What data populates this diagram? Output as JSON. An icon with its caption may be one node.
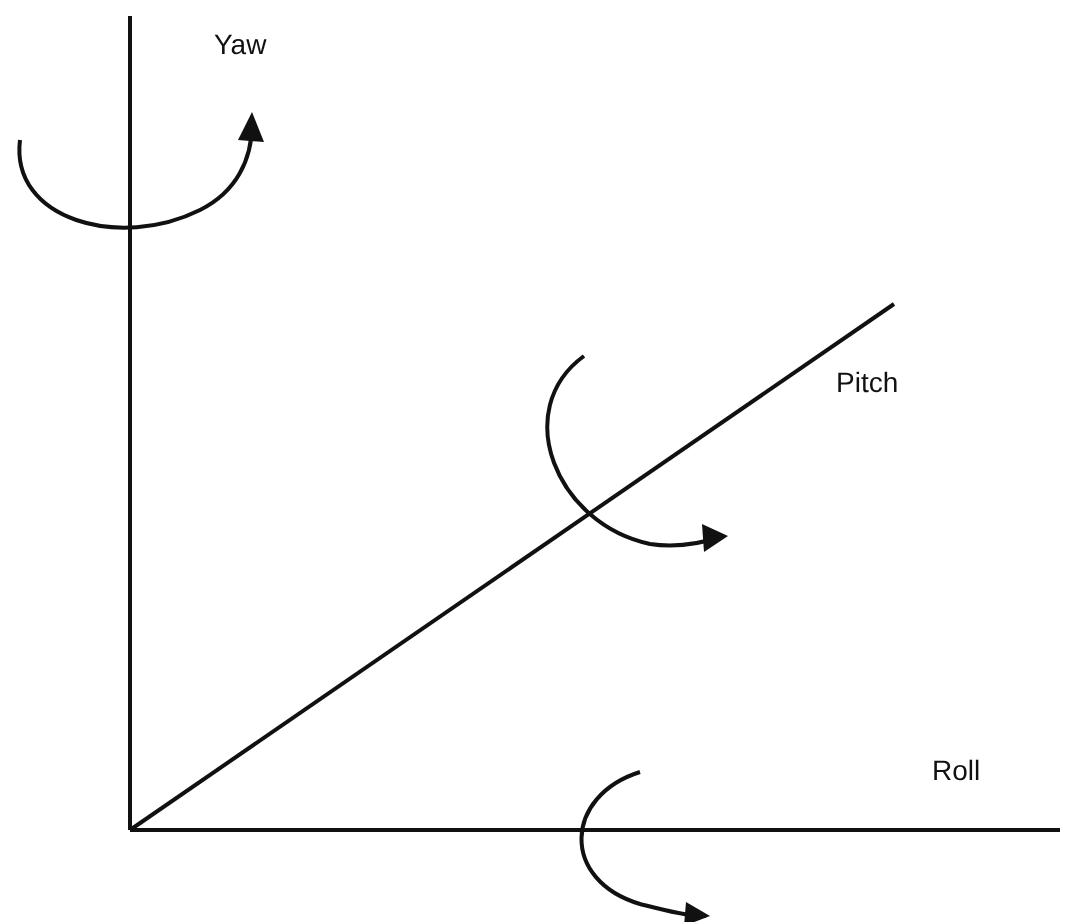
{
  "diagram": {
    "labels": [
      "Yaw",
      "Pitch",
      "Roll"
    ]
  }
}
